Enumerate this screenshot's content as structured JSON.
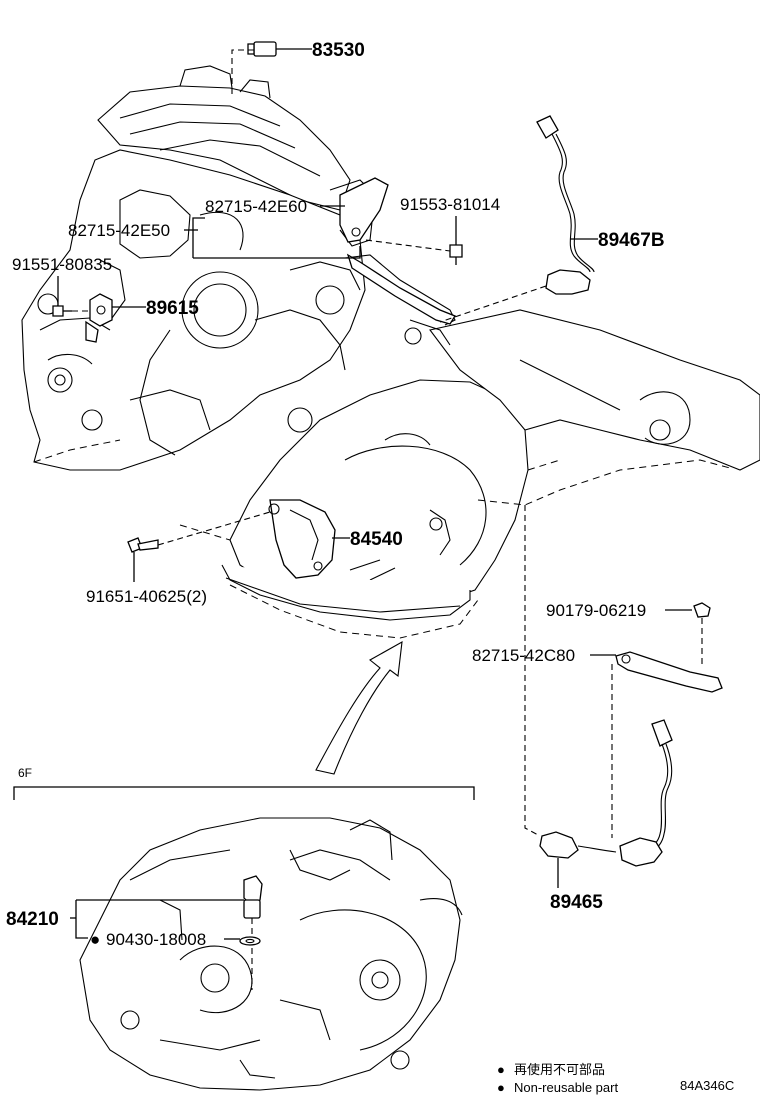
{
  "parts": {
    "p83530": "83530",
    "p82715_42E60": "82715-42E60",
    "p91553_81014": "91553-81014",
    "p82715_42E50": "82715-42E50",
    "p89467B": "89467B",
    "p91551_80835": "91551-80835",
    "p89615": "89615",
    "p84540": "84540",
    "p91651_40625": "91651-40625(2)",
    "p90179_06219": "90179-06219",
    "p82715_42C80": "82715-42C80",
    "p89465": "89465",
    "p84210": "84210",
    "p90430_18008": "90430-18008"
  },
  "inset_label": "6F",
  "legend": {
    "bullet": "●",
    "line_cn": "再使用不可部品",
    "line_en": "Non-reusable part"
  },
  "diagram_code": "84A346C"
}
